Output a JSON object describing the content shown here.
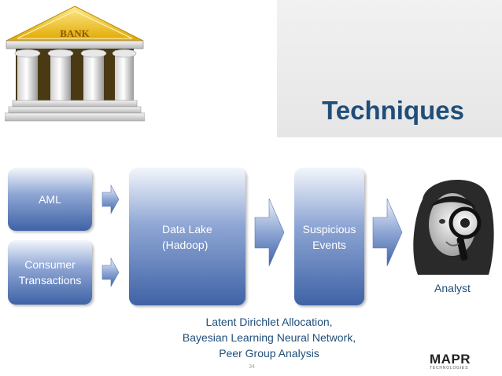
{
  "slide": {
    "title": "Techniques",
    "page_number": "34"
  },
  "bank_logo": {
    "sign_text": "BANK"
  },
  "diagram": {
    "nodes": {
      "aml": {
        "lines": [
          "AML"
        ]
      },
      "consumer": {
        "lines": [
          "Consumer",
          "Transactions"
        ]
      },
      "data_lake": {
        "lines": [
          "Data Lake",
          "(Hadoop)"
        ]
      },
      "suspicious": {
        "lines": [
          "Suspicious",
          "Events"
        ]
      }
    },
    "analyst_label": "Analyst",
    "techniques_caption": [
      "Latent Dirichlet Allocation,",
      "Bayesian Learning Neural Network,",
      "Peer Group Analysis"
    ]
  },
  "brand": {
    "name": "MAPR",
    "sub": "TECHNOLOGIES"
  },
  "colors": {
    "title": "#1f4e79",
    "box_top": "#f2f5fb",
    "box_bottom": "#3f63a6",
    "caption": "#1f4e79"
  }
}
